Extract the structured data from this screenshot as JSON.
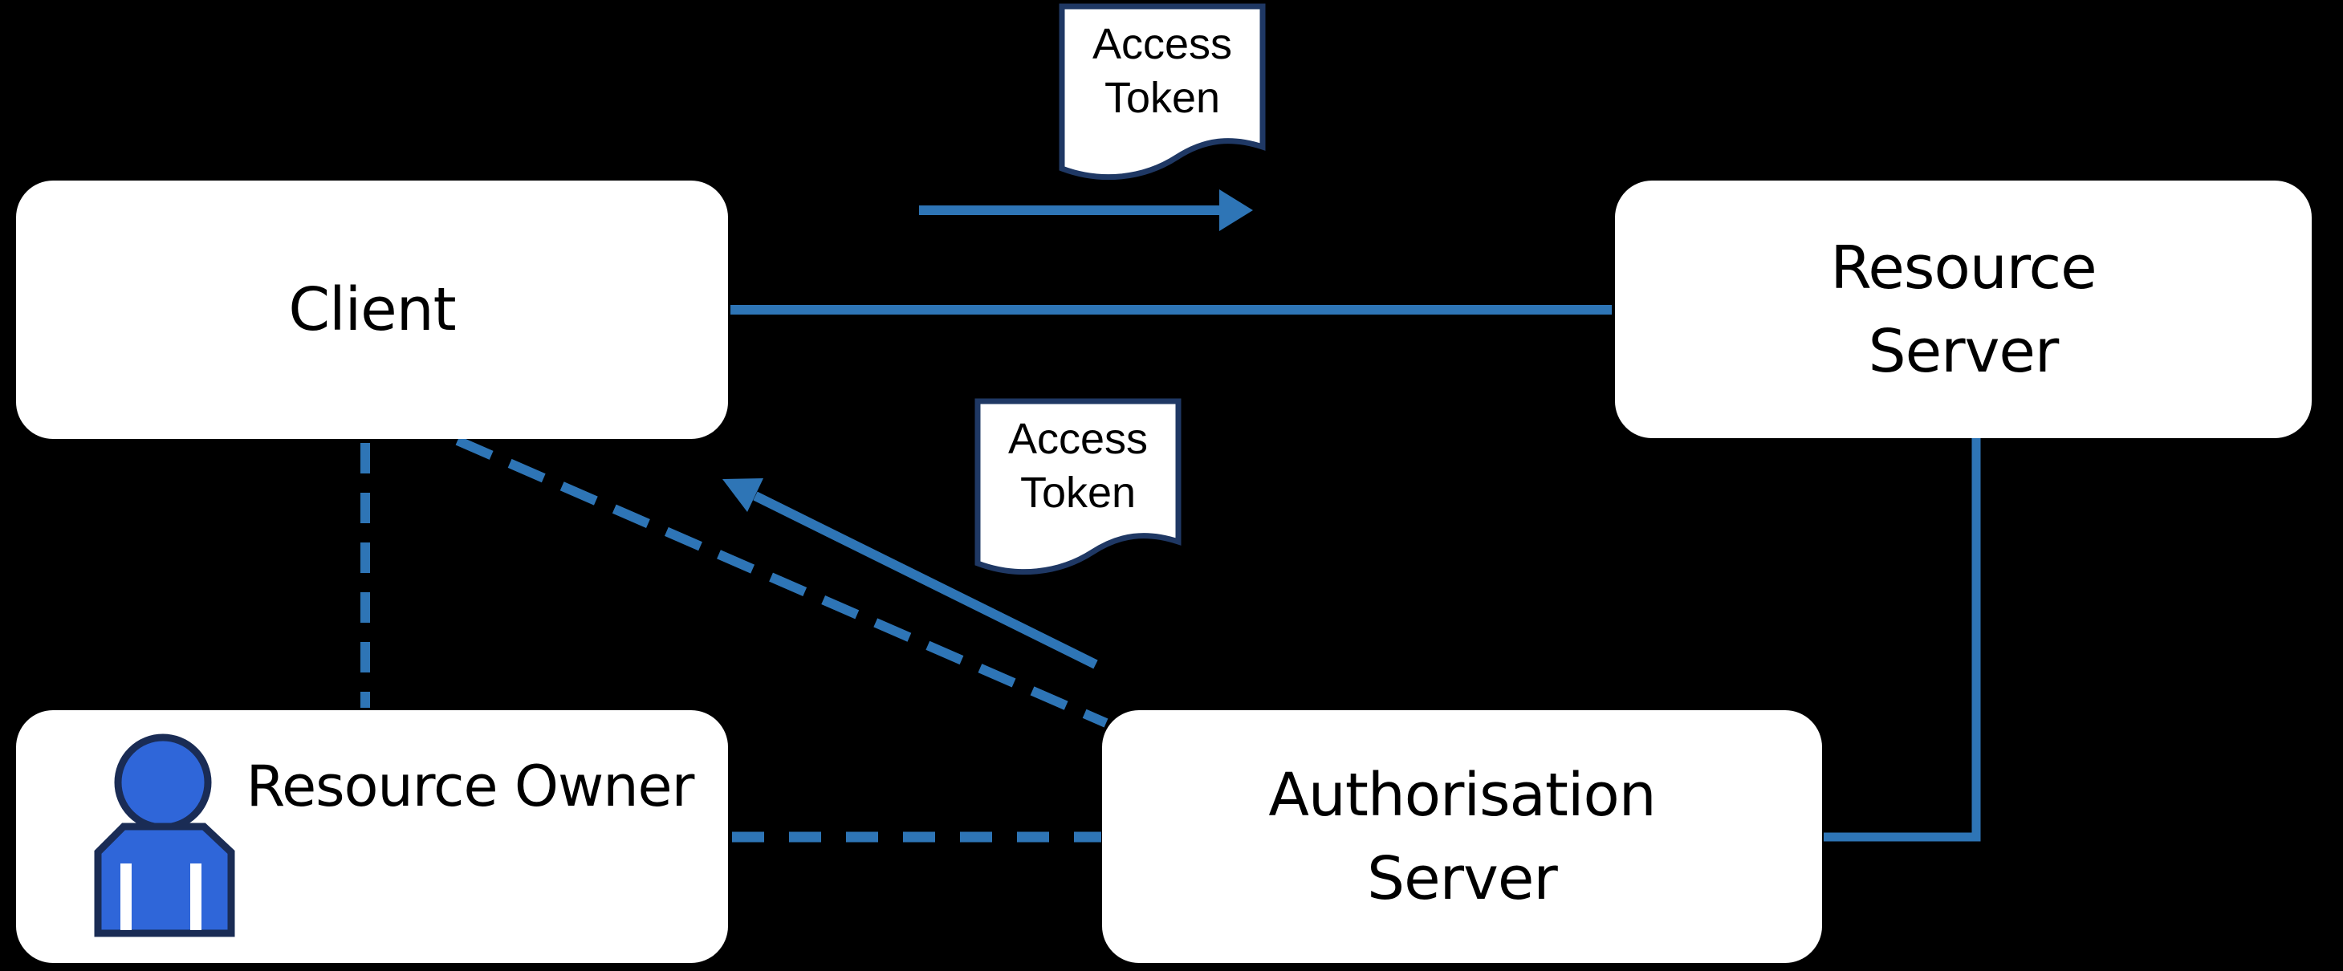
{
  "diagram": {
    "title_hint": "OAuth access-token flow diagram",
    "background": "#000000"
  },
  "colors": {
    "connector_blue": "#2E75B6",
    "document_border_navy": "#1F3864",
    "person_fill_blue": "#2F66D9",
    "person_outline_navy": "#1A2C55",
    "node_fill": "#FFFFFF",
    "label_color": "#000000"
  },
  "nodes": {
    "client": {
      "label": "Client"
    },
    "resource_server": {
      "line1": "Resource",
      "line2": "Server"
    },
    "resource_owner": {
      "label": "Resource Owner"
    },
    "authorisation_server": {
      "line1": "Authorisation",
      "line2": "Server"
    }
  },
  "documents": {
    "top": {
      "line1": "Access",
      "line2": "Token"
    },
    "middle": {
      "line1": "Access",
      "line2": "Token"
    }
  },
  "icons": {
    "person": "person-icon"
  },
  "connectors": [
    {
      "id": "access-token-arrow-to-resource-server",
      "style": "solid-arrow",
      "direction": "right"
    },
    {
      "id": "client-to-resource-server-line",
      "style": "solid"
    },
    {
      "id": "resource-server-to-authorisation-server-elbow",
      "style": "solid-elbow"
    },
    {
      "id": "authorisation-server-to-client-arrow",
      "style": "solid-arrow",
      "direction": "up-left"
    },
    {
      "id": "client-to-authorisation-server-dashed",
      "style": "dashed"
    },
    {
      "id": "client-to-resource-owner-dashed",
      "style": "dashed"
    },
    {
      "id": "resource-owner-to-authorisation-server-dashed",
      "style": "dashed"
    }
  ]
}
